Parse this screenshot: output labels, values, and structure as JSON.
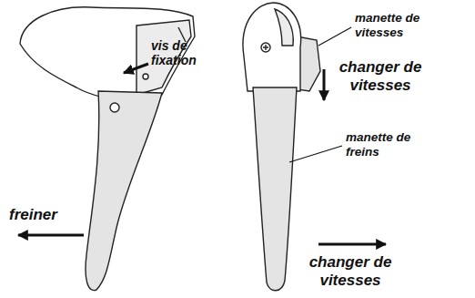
{
  "diagram": {
    "labels": [
      "vis de fixation",
      "freiner",
      "manette de vitesses",
      "changer de vitesses",
      "manette de freins",
      "changer de vitesses"
    ]
  }
}
